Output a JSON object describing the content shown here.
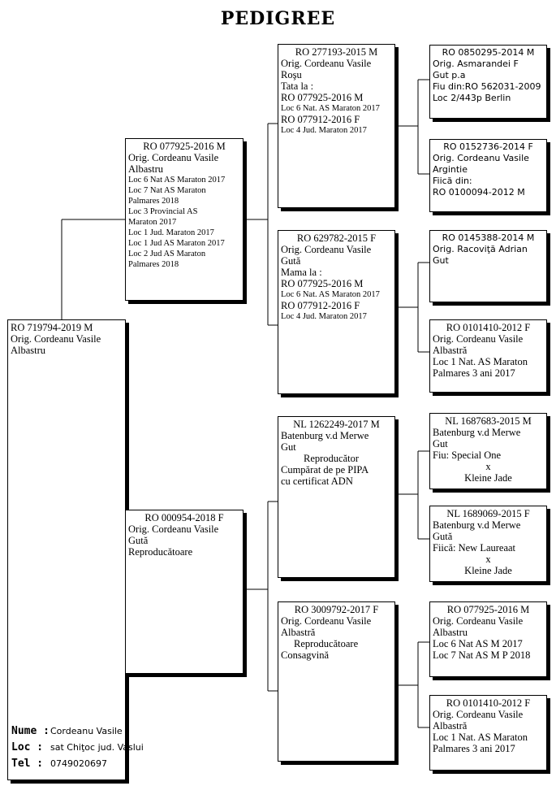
{
  "title": "PEDIGREE",
  "subject": {
    "lines": [
      "RO 719794-2019 M",
      "Orig. Cordeanu Vasile",
      "Albastru"
    ]
  },
  "sire": {
    "lines": [
      "RO 077925-2016 M",
      "Orig. Cordeanu Vasile",
      "Albastru",
      "Loc 6 Nat AS Maraton 2017",
      "Loc 7 Nat AS Maraton",
      "Palmares 2018",
      "Loc 3 Provincial AS",
      "Maraton 2017",
      "Loc 1 Jud. Maraton 2017",
      "Loc 1 Jud AS Maraton 2017",
      "Loc 2 Jud AS Maraton",
      "Palmares 2018"
    ]
  },
  "dam": {
    "lines": [
      "RO   000954-2018 F",
      "Orig. Cordeanu Vasile",
      "Gută",
      "Reproducătoare"
    ]
  },
  "sire_sire": {
    "lines": [
      "RO 277193-2015 M",
      "Orig. Cordeanu Vasile",
      "Roşu",
      "Tata la :",
      "RO 077925-2016 M",
      "Loc 6 Nat. AS Maraton 2017",
      "RO 077912-2016 F",
      "Loc 4 Jud. Maraton 2017"
    ]
  },
  "sire_dam": {
    "lines": [
      "RO 629782-2015 F",
      "Orig. Cordeanu Vasile",
      "Gută",
      "Mama la :",
      "RO 077925-2016 M",
      "Loc 6 Nat. AS Maraton 2017",
      "RO 077912-2016 F",
      "Loc 4 Jud. Maraton 2017"
    ]
  },
  "dam_sire": {
    "lines": [
      "NL 1262249-2017 M",
      "Batenburg v.d Merwe",
      "Gut",
      "Reproducător",
      "Cumpărat de pe PIPA",
      "cu certificat ADN"
    ]
  },
  "dam_dam": {
    "lines": [
      "RO 3009792-2017 F",
      "Orig. Cordeanu Vasile",
      "Albastră",
      "Reproducătoare",
      "Consagvină"
    ]
  },
  "gg1": {
    "lines": [
      "RO 0850295-2014 M",
      "Orig. Asmarandei F",
      "Gut p.a",
      "Fiu din:RO 562031-2009",
      "Loc 2/443p Berlin"
    ]
  },
  "gg2": {
    "lines": [
      "RO 0152736-2014 F",
      "Orig. Cordeanu Vasile",
      "Argintie",
      "Fiică din:",
      "RO 0100094-2012 M"
    ]
  },
  "gg3": {
    "lines": [
      "RO 0145388-2014 M",
      "Orig. Racoviţă Adrian",
      "Gut"
    ]
  },
  "gg4": {
    "lines": [
      "RO 0101410-2012 F",
      "Orig. Cordeanu Vasile",
      "Albastră",
      "Loc 1 Nat. AS Maraton",
      "Palmares 3 ani 2017"
    ]
  },
  "gg5": {
    "lines": [
      "NL 1687683-2015 M",
      "Batenburg v.d Merwe",
      "Gut",
      "Fiu:  Special One",
      "x",
      "Kleine Jade"
    ]
  },
  "gg6": {
    "lines": [
      "NL 1689069-2015 F",
      "Batenburg v.d Merwe",
      "Gută",
      "Fiică: New Laureaat",
      "x",
      "Kleine Jade"
    ]
  },
  "gg7": {
    "lines": [
      "RO 077925-2016 M",
      "Orig. Cordeanu Vasile",
      "Albastru",
      "Loc 6 Nat AS M 2017",
      "Loc 7 Nat AS M P 2018"
    ]
  },
  "gg8": {
    "lines": [
      "RO 0101410-2012 F",
      "Orig. Cordeanu Vasile",
      "Albastră",
      "Loc 1 Nat. AS Maraton",
      "Palmares 3 ani 2017"
    ]
  },
  "owner": {
    "name_label": "Nume :",
    "name": "Cordeanu Vasile",
    "loc_label": "Loc :",
    "loc": "sat Chiţoc jud. Vaslui",
    "tel_label": "Tel :",
    "tel": "0749020697"
  }
}
